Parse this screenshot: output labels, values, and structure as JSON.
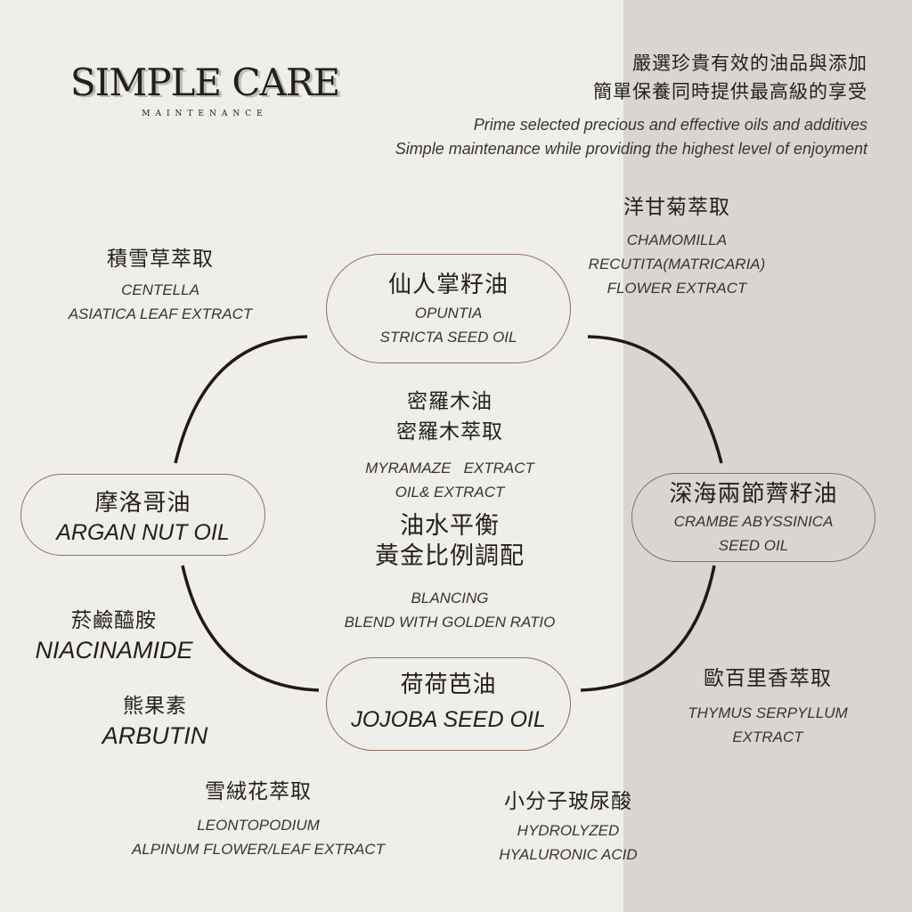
{
  "brand": {
    "title": "SIMPLE CARE",
    "subtitle": "MAINTENANCE"
  },
  "tagline": {
    "zh1": "嚴選珍貴有效的油品與添加",
    "zh2": "簡單保養同時提供最高級的享受",
    "en1": "Prime selected precious and effective oils and additives",
    "en2": "Simple maintenance while providing the highest level of enjoyment"
  },
  "oils": {
    "top": {
      "zh": "仙人掌籽油",
      "en1": "OPUNTIA",
      "en2": "STRICTA SEED OIL"
    },
    "left": {
      "zh": "摩洛哥油",
      "en": "ARGAN NUT OIL"
    },
    "right": {
      "zh": "深海兩節薺籽油",
      "en1": "CRAMBE ABYSSINICA",
      "en2": "SEED OIL"
    },
    "bottom": {
      "zh": "荷荷芭油",
      "en": "JOJOBA SEED OIL"
    }
  },
  "center": {
    "zh1": "密羅木油",
    "zh2": "密羅木萃取",
    "en1": "MYRAMAZE   EXTRACT",
    "en2": "OIL& EXTRACT",
    "zh3": "油水平衡",
    "zh4": "黃金比例調配",
    "en3": "BLANCING",
    "en4": "BLEND WITH GOLDEN RATIO"
  },
  "extracts": {
    "centella": {
      "zh": "積雪草萃取",
      "en1": "CENTELLA",
      "en2": "ASIATICA LEAF EXTRACT"
    },
    "chamomilla": {
      "zh": "洋甘菊萃取",
      "en1": "CHAMOMILLA",
      "en2": "RECUTITA(MATRICARIA)",
      "en3": "FLOWER EXTRACT"
    },
    "niacinamide": {
      "zh": "菸鹼醯胺",
      "en": "NIACINAMIDE"
    },
    "arbutin": {
      "zh": "熊果素",
      "en": "ARBUTIN"
    },
    "thymus": {
      "zh": "歐百里香萃取",
      "en1": "THYMUS SERPYLLUM",
      "en2": "EXTRACT"
    },
    "leontopodium": {
      "zh": "雪絨花萃取",
      "en1": "LEONTOPODIUM",
      "en2": "ALPINUM FLOWER/LEAF EXTRACT"
    },
    "hyaluronic": {
      "zh": "小分子玻尿酸",
      "en1": "HYDROLYZED",
      "en2": "HYALURONIC ACID"
    }
  }
}
